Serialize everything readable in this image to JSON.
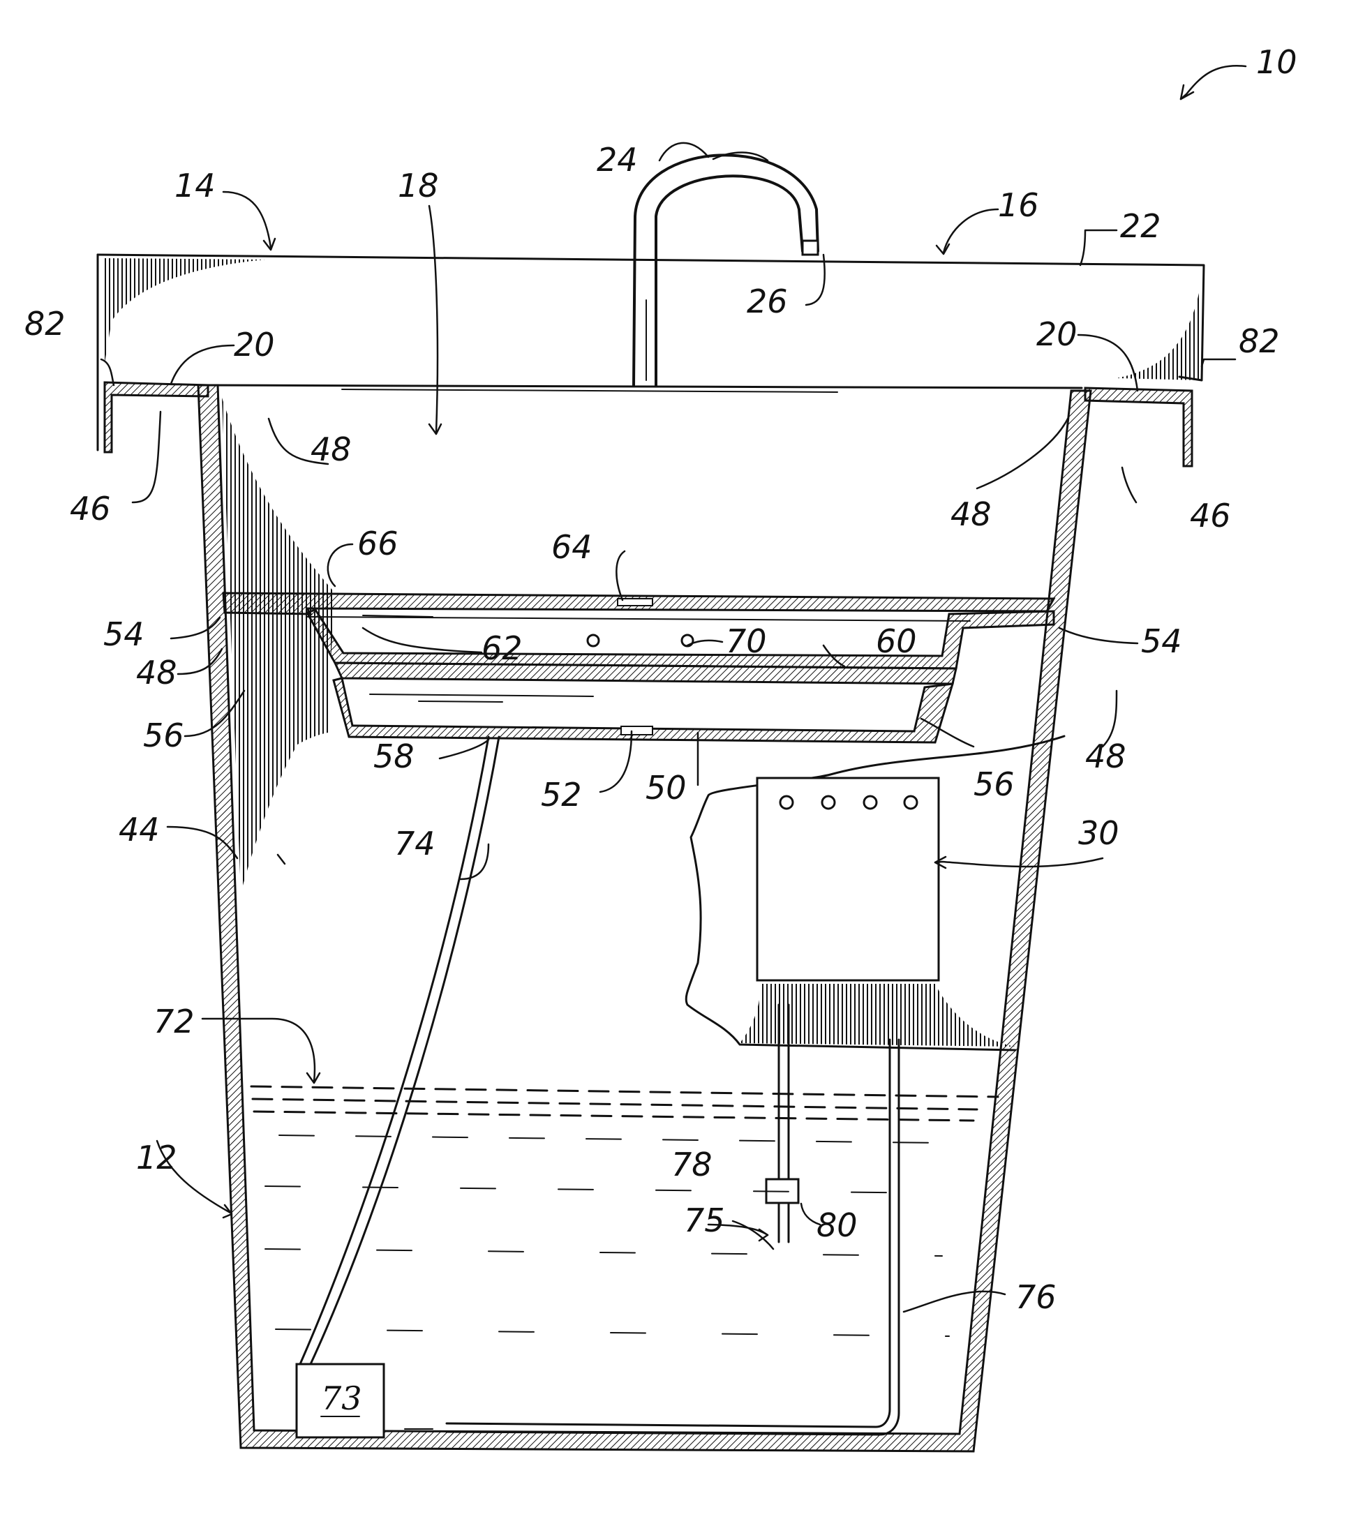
{
  "figure": {
    "reference_numerals": {
      "n10": "10",
      "n12": "12",
      "n14": "14",
      "n16": "16",
      "n18": "18",
      "n20_left": "20",
      "n20_right": "20",
      "n22": "22",
      "n24": "24",
      "n26": "26",
      "n30": "30",
      "n44": "44",
      "n46_left": "46",
      "n46_right": "46",
      "n48_upper_left": "48",
      "n48_upper_right": "48",
      "n48_mid_left": "48",
      "n48_mid_right": "48",
      "n50": "50",
      "n52": "52",
      "n54_left": "54",
      "n54_right": "54",
      "n56_left": "56",
      "n56_right": "56",
      "n58": "58",
      "n60": "60",
      "n62": "62",
      "n64": "64",
      "n66": "66",
      "n70": "70",
      "n72": "72",
      "n73": "73",
      "n74": "74",
      "n75": "75",
      "n76": "76",
      "n78": "78",
      "n80": "80",
      "n82_left": "82",
      "n82_right": "82"
    }
  }
}
